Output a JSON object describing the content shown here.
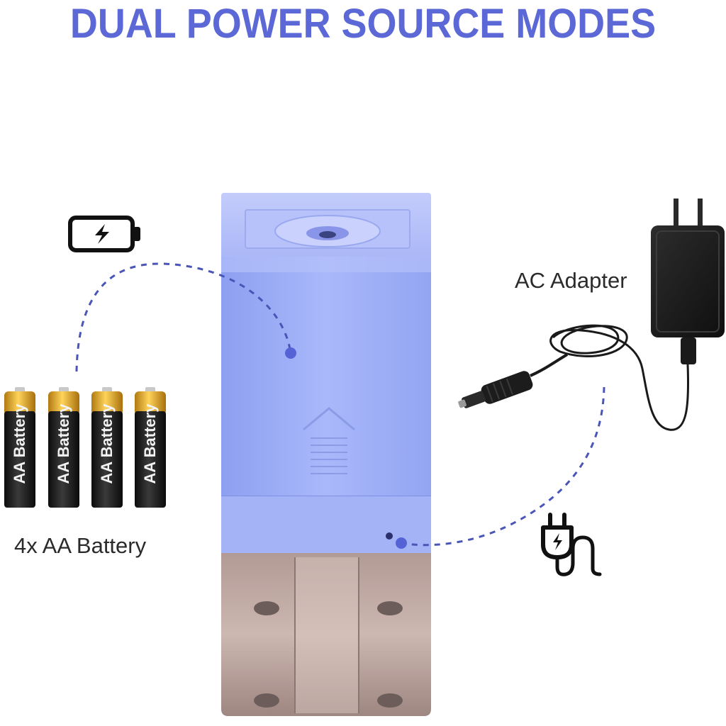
{
  "title": "DUAL POWER SOURCE MODES",
  "ac_adapter_label": "AC Adapter",
  "battery_label": "4x AA Battery",
  "battery_cell_text": "AA Battery",
  "battery_count": 4,
  "icons": {
    "battery": "battery-charging-icon",
    "plug": "power-plug-icon"
  },
  "colors": {
    "title": "#5b68d6",
    "device_body": "#9fb0f5",
    "bin": "#bfa59f",
    "dashed_line": "#4a55b8"
  }
}
